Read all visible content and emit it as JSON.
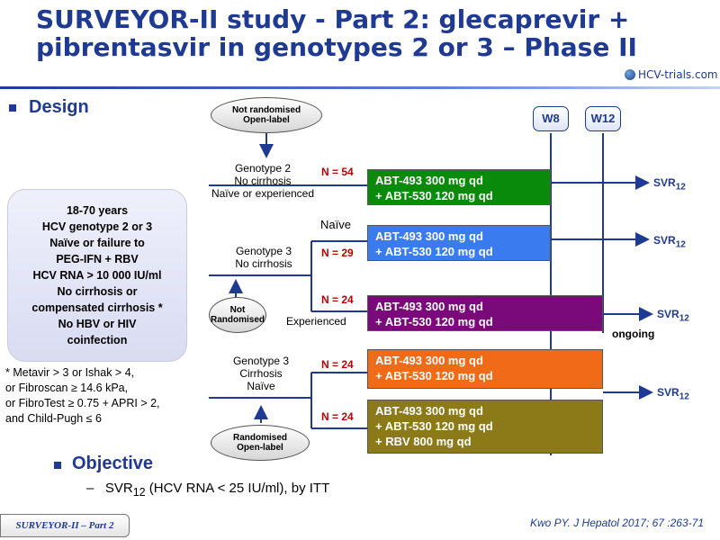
{
  "title": {
    "line1": "SURVEYOR-II study - Part 2: glecaprevir +",
    "line2": "pibrentasvir in genotypes 2 or 3 – Phase II"
  },
  "logo": {
    "text": "HCV-trials.com"
  },
  "design": {
    "heading": "Design",
    "oval_top": [
      "Not randomised",
      "Open-label"
    ],
    "oval_mid": [
      "Not",
      "Randomised"
    ],
    "oval_bottom": [
      "Randomised",
      "Open-label"
    ],
    "weeks": [
      "W8",
      "W12"
    ],
    "population": [
      "18-70 years",
      "HCV genotype 2 or 3",
      "Naïve or failure to",
      "PEG-IFN + RBV",
      "HCV RNA > 10 000 IU/ml",
      "No cirrhosis or",
      "compensated cirrhosis *",
      "No HBV or HIV",
      "coinfection"
    ],
    "groups": {
      "g2": [
        "Genotype 2",
        "No cirrhosis",
        "Naïve  or experienced"
      ],
      "g3nc": [
        "Genotype 3",
        "No cirrhosis"
      ],
      "g3c": [
        "Genotype 3",
        "Cirrhosis",
        "Naïve"
      ],
      "naive": "Naïve",
      "experienced": "Experienced"
    },
    "arms": [
      {
        "n": "N = 54",
        "lines": [
          "ABT-493 300 mg qd",
          "+ ABT-530 120 mg qd"
        ],
        "color": "#0a8a0a"
      },
      {
        "n": "N = 29",
        "lines": [
          "ABT-493 300 mg qd",
          "+ ABT-530 120 mg qd"
        ],
        "color": "#3a7cf0"
      },
      {
        "n": "N = 24",
        "lines": [
          "ABT-493 300 mg qd",
          "+ ABT-530 120 mg qd"
        ],
        "color": "#7a0a7a"
      },
      {
        "n": "N = 24",
        "lines": [
          "ABT-493 300 mg qd",
          "+ ABT-530 120 mg qd"
        ],
        "color": "#f06a18"
      },
      {
        "n": "N = 24",
        "lines": [
          "ABT-493 300 mg qd",
          "+ ABT-530 120 mg qd",
          "+ RBV 800 mg qd"
        ],
        "color": "#8c7a18"
      }
    ],
    "svr": {
      "base": "SVR",
      "sub": "12"
    },
    "ongoing": "ongoing",
    "footnote": [
      "* Metavir > 3 or Ishak > 4,",
      "or Fibroscan ≥ 14.6 kPa,",
      "or FibroTest ≥ 0.75 + APRI > 2,",
      "and Child-Pugh ≤ 6"
    ]
  },
  "objective": {
    "heading": "Objective",
    "dash": "–",
    "text_pre": "SVR",
    "text_sub": "12",
    "text_post": " (HCV RNA < 25 IU/ml),  by ITT"
  },
  "tag": "SURVEYOR-II – Part 2",
  "citation": "Kwo PY. J Hepatol 2017; 67 :263-71",
  "colors": {
    "brand": "#1f3a93",
    "n_label": "#c00000"
  }
}
